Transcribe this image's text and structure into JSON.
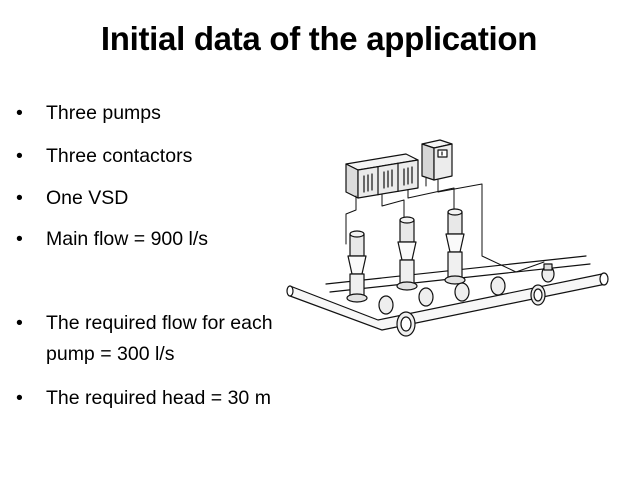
{
  "slide": {
    "title": "Initial data of the application",
    "bullets": [
      {
        "text": "Three pumps"
      },
      {
        "text": "Three contactors"
      },
      {
        "text": "One VSD"
      },
      {
        "text": "Main flow = 900 l/s"
      },
      {
        "text": "The required flow for each",
        "continuation": "pump = 300 l/s"
      },
      {
        "text": "The required head = 30 m"
      }
    ],
    "bullet_glyph": "•",
    "diagram_icon": "pump-station-illustration"
  }
}
